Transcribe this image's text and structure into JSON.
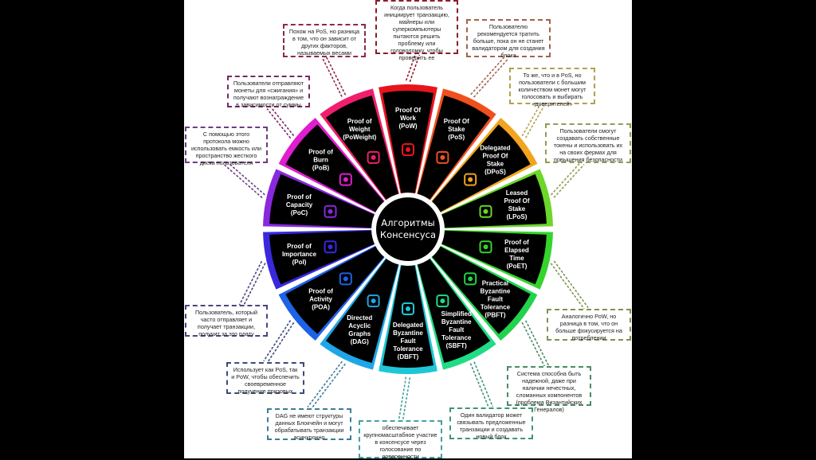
{
  "center_title": [
    "Алгоритмы",
    "Консенсуса"
  ],
  "segments": [
    {
      "id": "pow",
      "lines": [
        "Proof Of",
        "Work",
        "(PoW)"
      ],
      "color": "#e8141c",
      "icon": "miner-icon"
    },
    {
      "id": "pos",
      "lines": [
        "Proof Of",
        "Stake",
        "(PoS)"
      ],
      "color": "#f0501e",
      "icon": "cart-worker-icon"
    },
    {
      "id": "dpos",
      "lines": [
        "Delegated",
        "Proof Of",
        "Stake",
        "(DPoS)"
      ],
      "color": "#f2a41e",
      "icon": "ballot-person-icon"
    },
    {
      "id": "lpos",
      "lines": [
        "Leased",
        "Proof Of",
        "Stake",
        "(LPoS)"
      ],
      "color": "#6cd62a",
      "icon": "hand-lease-icon"
    },
    {
      "id": "poet",
      "lines": [
        "Proof of",
        "Elapsed",
        "Time",
        "(PoET)"
      ],
      "color": "#34d42c",
      "icon": "server-clock-icon"
    },
    {
      "id": "pbft",
      "lines": [
        "Practical",
        "Byzantine",
        "Fault",
        "Tolerance",
        "(PBFT)"
      ],
      "color": "#22d24c",
      "icon": "hands-chip-icon"
    },
    {
      "id": "sbft",
      "lines": [
        "Simplified",
        "Byzantine",
        "Fault",
        "Tolerance",
        "(SBFT)"
      ],
      "color": "#20dc86",
      "icon": "chip-icon"
    },
    {
      "id": "dbft",
      "lines": [
        "Delegated",
        "Byzantine",
        "Fault",
        "Tolerance",
        "(DBFT)"
      ],
      "color": "#1ec6d6",
      "icon": "network-hand-icon"
    },
    {
      "id": "dag",
      "lines": [
        "Directed",
        "Acyclic",
        "Graphs",
        "(DAG)"
      ],
      "color": "#1ea6e6",
      "icon": "graph-nodes-icon"
    },
    {
      "id": "poa",
      "lines": [
        "Proof of",
        "Activity",
        "(POA)"
      ],
      "color": "#1e62e6",
      "icon": "head-gear-icon"
    },
    {
      "id": "poi",
      "lines": [
        "Proof of",
        "Importance",
        "(PoI)"
      ],
      "color": "#3a28de",
      "icon": "phone-cycle-icon"
    },
    {
      "id": "poc",
      "lines": [
        "Proof of",
        "Capacity",
        "(PoC)"
      ],
      "color": "#8a28de",
      "icon": "safe-hand-icon"
    },
    {
      "id": "pob",
      "lines": [
        "Proof of",
        "Burn",
        "(PoB)"
      ],
      "color": "#e01ece",
      "icon": "fire-icon"
    },
    {
      "id": "poweight",
      "lines": [
        "Proof of",
        "Weight",
        "(PoWeight)"
      ],
      "color": "#f01e6c",
      "icon": "weights-icon"
    }
  ],
  "notes": [
    {
      "id": "pow",
      "text": "Когда пользователь инициирует транзакцию, майнеры или суперкомпьютеры пытаются решить проблему или головоломку, чтобы проверить ее",
      "color": "#8c1c2c"
    },
    {
      "id": "pos",
      "text": "Пользователю рекомендуется тратить больше, пока он не станет валидатором для создания блока",
      "color": "#a0644a"
    },
    {
      "id": "dpos",
      "text": "То же, что и в PoS, но пользователи с большим количеством монет могут голосовать и выбирать «доверителей»",
      "color": "#b4a050"
    },
    {
      "id": "lpos",
      "text": "Пользователи смогут создавать собственные токены и использовать их на своих фермах для повышения безопасности",
      "color": "#8ca050"
    },
    {
      "id": "poet",
      "text": "Аналогично PoW, но разница в том, что он больше фокусируется на потреблении",
      "color": "#7c9450"
    },
    {
      "id": "pbft",
      "text": "Система способна быть надежной, даже при наличии нечестных, сломанных компонентов (проблема Византийских Генералов)",
      "color": "#4a8c64"
    },
    {
      "id": "sbft",
      "text": "Один валидатор может связывать предложенные транзакции и создавать новый блок",
      "color": "#3c9478"
    },
    {
      "id": "dbft",
      "text": "обеспечивает крупномасштабное участие в консенсусе через голосование по доверенности",
      "color": "#46a0a0"
    },
    {
      "id": "dag",
      "text": "DAG не имеют структуры данных Блокчейн и могут обрабатывать транзакции асинхронно",
      "color": "#3c7c96"
    },
    {
      "id": "poa",
      "text": "Использует как PoS, так и PoW, чтобы обеспечить своевременное получение призовых",
      "color": "#3c4a7c"
    },
    {
      "id": "poi",
      "text": "Пользователь, который часто отправляет и получает транзакции, получит за это плату",
      "color": "#46467c"
    },
    {
      "id": "poc",
      "text": "С помощью этого протокола можно использовать емкость или пространство жесткого диска пользователя",
      "color": "#6e3c82"
    },
    {
      "id": "pob",
      "text": "Пользователи отправляют монеты для «сжигания» и получают вознаграждение в зависимости от суммы",
      "color": "#782864"
    },
    {
      "id": "poweight",
      "text": "Похож на PoS, но разница в том, что он зависит от других факторов, называемых весами",
      "color": "#8c2850"
    }
  ]
}
